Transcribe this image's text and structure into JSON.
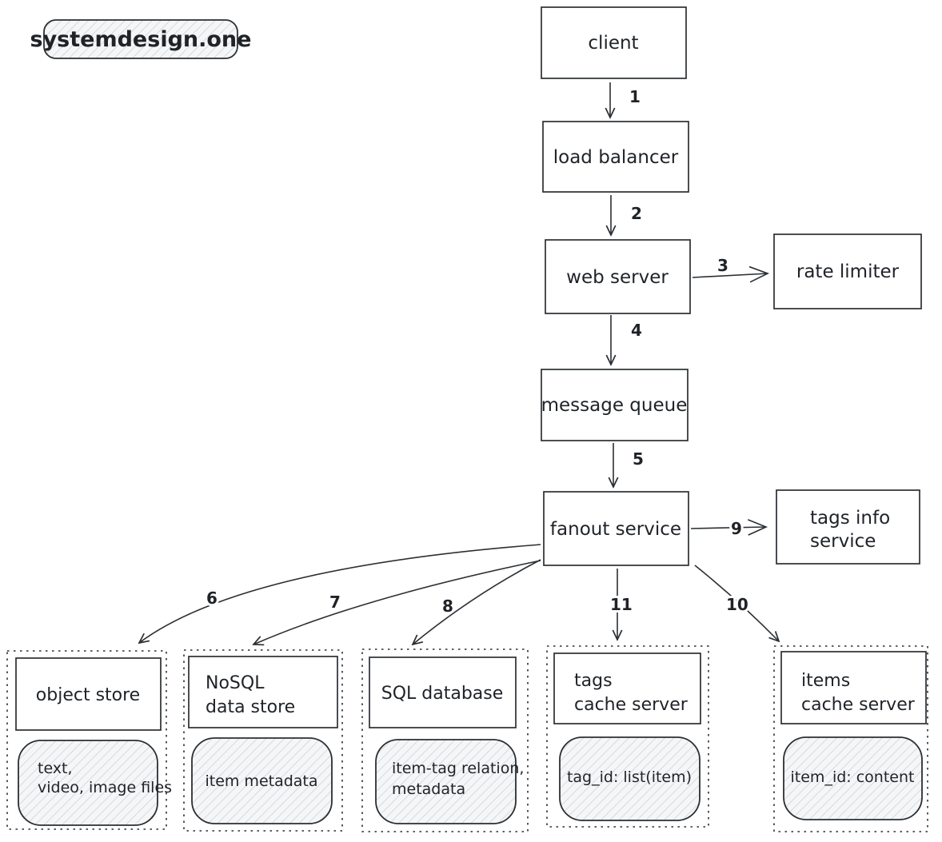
{
  "brand": {
    "label": "systemdesign.one"
  },
  "nodes": {
    "client": {
      "label": "client"
    },
    "load_balancer": {
      "label": "load balancer"
    },
    "web_server": {
      "label": "web server"
    },
    "rate_limiter": {
      "label": "rate limiter"
    },
    "message_queue": {
      "label": "message queue"
    },
    "fanout_service": {
      "label": "fanout service"
    },
    "tags_info_service": {
      "label_lines": [
        "tags info",
        "service"
      ]
    }
  },
  "stores": [
    {
      "id": "object-store",
      "title_lines": [
        "object store"
      ],
      "data_lines": [
        "text,",
        "video, image files"
      ]
    },
    {
      "id": "nosql-data-store",
      "title_lines": [
        "NoSQL",
        "data store"
      ],
      "data_lines": [
        "item metadata"
      ]
    },
    {
      "id": "sql-database",
      "title_lines": [
        "SQL database"
      ],
      "data_lines": [
        "item-tag relation,",
        "metadata"
      ]
    },
    {
      "id": "tags-cache-server",
      "title_lines": [
        "tags",
        "cache server"
      ],
      "data_lines": [
        "tag_id: list(item)"
      ]
    },
    {
      "id": "items-cache-server",
      "title_lines": [
        "items",
        "cache server"
      ],
      "data_lines": [
        "item_id: content"
      ]
    }
  ],
  "edges": [
    {
      "label": "1",
      "from": "client",
      "to": "load balancer"
    },
    {
      "label": "2",
      "from": "load balancer",
      "to": "web server"
    },
    {
      "label": "3",
      "from": "web server",
      "to": "rate limiter"
    },
    {
      "label": "4",
      "from": "web server",
      "to": "message queue"
    },
    {
      "label": "5",
      "from": "message queue",
      "to": "fanout service"
    },
    {
      "label": "6",
      "from": "fanout service",
      "to": "object store"
    },
    {
      "label": "7",
      "from": "fanout service",
      "to": "NoSQL data store"
    },
    {
      "label": "8",
      "from": "fanout service",
      "to": "SQL database"
    },
    {
      "label": "9",
      "from": "fanout service",
      "to": "tags info service"
    },
    {
      "label": "10",
      "from": "fanout service",
      "to": "items cache server"
    },
    {
      "label": "11",
      "from": "fanout service",
      "to": "tags cache server"
    }
  ],
  "colors": {
    "stroke": "#2b2f33",
    "text": "#1f2328",
    "hatch_background": "#f5f6f7",
    "hatch_line": "#d7d9db",
    "canvas": "#ffffff"
  }
}
